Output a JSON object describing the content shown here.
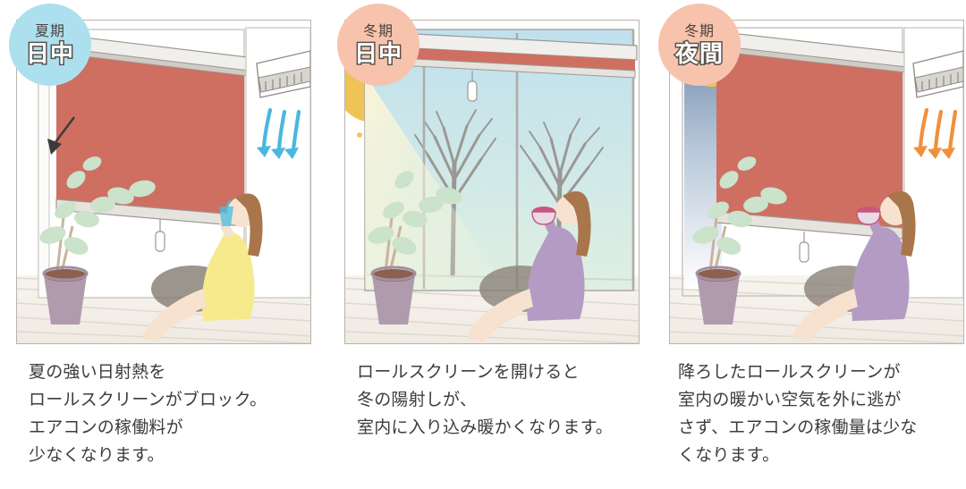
{
  "page": {
    "background": "#ffffff",
    "text_color": "#3c3c3c"
  },
  "panels": [
    {
      "id": "summer-daytime",
      "badge": {
        "season": "夏期",
        "time": "日中",
        "fill": "#ade0ef",
        "text_stroke": "#58524d"
      },
      "scene": {
        "screen_state": "lowered",
        "screen_color": "#ce6f62",
        "ac_airflow_color": "#4ab7e0",
        "ac_airflow_label": "cool-air",
        "heat_arrow_color": "#3a3a3a",
        "heat_arrow_label": "blocked-solar-heat",
        "woman_dress_color": "#f7ea8c",
        "woman_hair_color": "#a9754a",
        "drink_color": "#46bde0",
        "drink_label": "cold-drink",
        "plant_pot_color": "#b09aae",
        "leaf_color": "#cbe2cb",
        "window_sky": "#ffffff",
        "cushion_color": "#8b8279",
        "floor_color": "#f4f1ec"
      },
      "caption": "夏の強い日射熱を\nロールスクリーンがブロック。\nエアコンの稼働料が\n少なくなります。"
    },
    {
      "id": "winter-daytime",
      "badge": {
        "season": "冬期",
        "time": "日中",
        "fill": "#f8c3ac",
        "text_stroke": "#58524d"
      },
      "scene": {
        "screen_state": "raised",
        "screen_color": "#ce6f62",
        "sun_color": "#f0c355",
        "sun_ray_color": "#f2c75f",
        "sun_label": "winter-sun",
        "sky_color": "#c6e3ef",
        "tree_color": "#9a9894",
        "tree_label": "bare-winter-trees",
        "woman_dress_color": "#b49bc4",
        "woman_hair_color": "#a9754a",
        "drink_color": "#c8577f",
        "drink_label": "hot-drink-mug",
        "plant_pot_color": "#b09aae",
        "leaf_color": "#cbe2cb",
        "cushion_color": "#8b8279",
        "floor_color": "#f4f1ec"
      },
      "caption": "ロールスクリーンを開けると\n冬の陽射しが、\n室内に入り込み暖かくなります。"
    },
    {
      "id": "winter-night",
      "badge": {
        "season": "冬期",
        "time": "夜間",
        "fill": "#f8c3ac",
        "text_stroke": "#58524d"
      },
      "scene": {
        "screen_state": "lowered",
        "screen_color": "#ce6f62",
        "ac_airflow_color": "#f0903c",
        "ac_airflow_label": "warm-air",
        "moon_color": "#f0c355",
        "moon_label": "night-moon",
        "night_sky_color": "#6d88a8",
        "woman_dress_color": "#b49bc4",
        "woman_hair_color": "#a9754a",
        "drink_color": "#c8577f",
        "drink_label": "hot-drink-mug",
        "plant_pot_color": "#b09aae",
        "leaf_color": "#cbe2cb",
        "cushion_color": "#8b8279",
        "floor_color": "#f4f1ec"
      },
      "caption": "降ろしたロールスクリーンが\n室内の暖かい空気を外に逃が\nさず、エアコンの稼働量は少な\nくなります。"
    }
  ]
}
